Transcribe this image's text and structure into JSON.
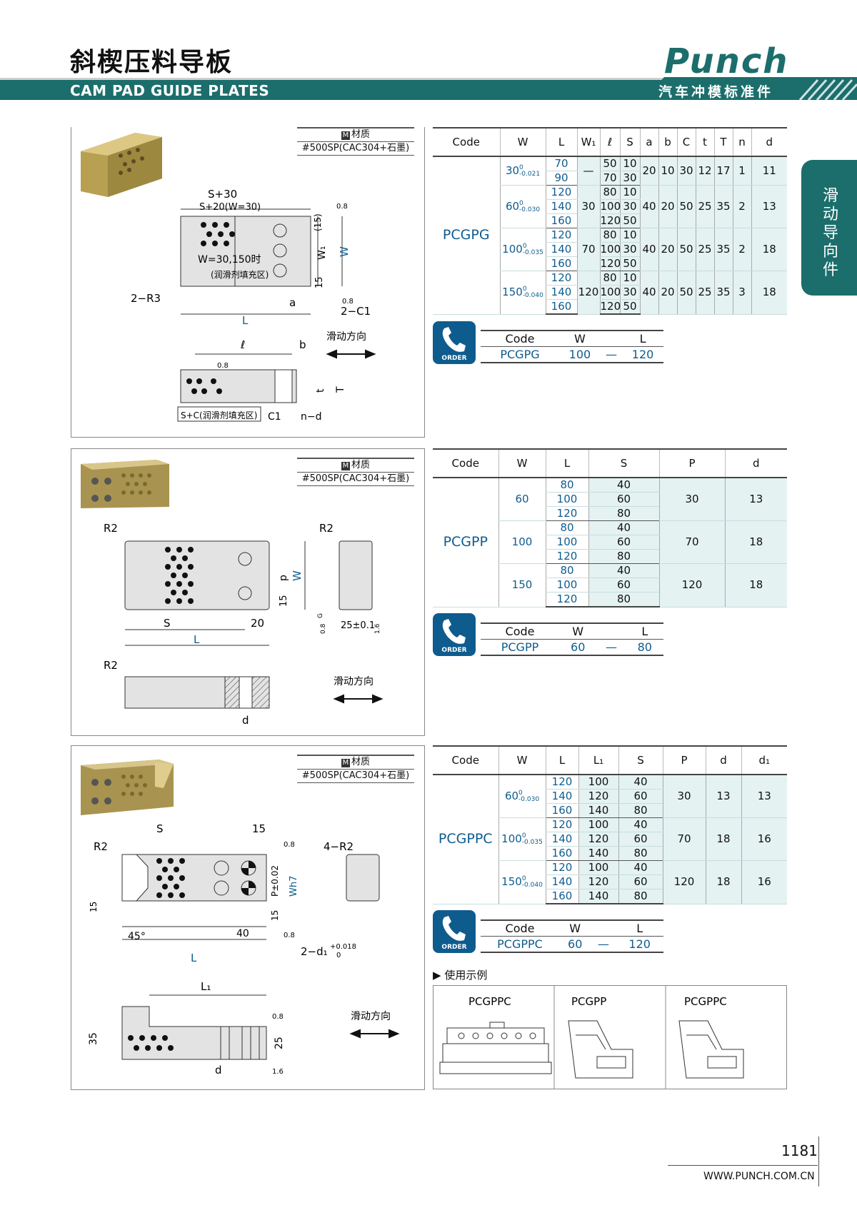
{
  "header": {
    "title": "斜楔压料导板",
    "subtitle": "CAM PAD GUIDE PLATES",
    "brand": "Punch",
    "brand_sub": "汽车冲模标准件"
  },
  "side_tab": "滑动导向件",
  "material": {
    "icon": "M",
    "label": "材质",
    "value": "#500SP(CAC304+石墨)"
  },
  "sliding_direction": "滑动方向",
  "order_label": "ORDER",
  "pcgpg": {
    "columns": [
      "Code",
      "W",
      "L",
      "W₁",
      "ℓ",
      "S",
      "a",
      "b",
      "C",
      "t",
      "T",
      "n",
      "d"
    ],
    "code": "PCGPG",
    "groups": [
      {
        "W": "30",
        "tol_up": "0",
        "tol_low": "-0.021",
        "rows": [
          [
            "70",
            "50",
            "10"
          ],
          [
            "90",
            "70",
            "30"
          ]
        ],
        "W1": "—",
        "a": "20",
        "b": "10",
        "C": "30",
        "t": "12",
        "T": "17",
        "n": "1",
        "d": "11"
      },
      {
        "W": "60",
        "tol_up": "0",
        "tol_low": "-0.030",
        "rows": [
          [
            "120",
            "80",
            "10"
          ],
          [
            "140",
            "100",
            "30"
          ],
          [
            "160",
            "120",
            "50"
          ]
        ],
        "W1": "30",
        "a": "40",
        "b": "20",
        "C": "50",
        "t": "25",
        "T": "35",
        "n": "2",
        "d": "13"
      },
      {
        "W": "100",
        "tol_up": "0",
        "tol_low": "-0.035",
        "rows": [
          [
            "120",
            "80",
            "10"
          ],
          [
            "140",
            "100",
            "30"
          ],
          [
            "160",
            "120",
            "50"
          ]
        ],
        "W1": "70",
        "a": "40",
        "b": "20",
        "C": "50",
        "t": "25",
        "T": "35",
        "n": "2",
        "d": "18"
      },
      {
        "W": "150",
        "tol_up": "0",
        "tol_low": "-0.040",
        "rows": [
          [
            "120",
            "80",
            "10"
          ],
          [
            "140",
            "100",
            "30"
          ],
          [
            "160",
            "120",
            "50"
          ]
        ],
        "W1": "120",
        "a": "40",
        "b": "20",
        "C": "50",
        "t": "25",
        "T": "35",
        "n": "3",
        "d": "18"
      }
    ],
    "order": {
      "headers": [
        "Code",
        "W",
        "L"
      ],
      "code": "PCGPG",
      "W": "100",
      "dash": "—",
      "L": "120"
    },
    "drawing": {
      "s30": "S+30",
      "s20": "S+20(W=30)",
      "note1": "W=30,150时",
      "note2": "(润滑剂填充区)",
      "r3": "2−R3",
      "a": "a",
      "c1": "2−C1",
      "L": "L",
      "W": "W",
      "W1": "W₁",
      "d15a": "(15)",
      "d15b": "15",
      "rough": "0.8",
      "ell": "ℓ",
      "b": "b",
      "t": "t",
      "T": "T",
      "sc": "S+C(润滑剂填充区)",
      "cc": "C1",
      "nd": "n−d"
    }
  },
  "pcgpp": {
    "columns": [
      "Code",
      "W",
      "L",
      "S",
      "P",
      "d"
    ],
    "code": "PCGPP",
    "groups": [
      {
        "W": "60",
        "rows": [
          [
            "80",
            "40"
          ],
          [
            "100",
            "60"
          ],
          [
            "120",
            "80"
          ]
        ],
        "P": "30",
        "d": "13"
      },
      {
        "W": "100",
        "rows": [
          [
            "80",
            "40"
          ],
          [
            "100",
            "60"
          ],
          [
            "120",
            "80"
          ]
        ],
        "P": "70",
        "d": "18"
      },
      {
        "W": "150",
        "rows": [
          [
            "80",
            "40"
          ],
          [
            "100",
            "60"
          ],
          [
            "120",
            "80"
          ]
        ],
        "P": "120",
        "d": "18"
      }
    ],
    "order": {
      "headers": [
        "Code",
        "W",
        "L"
      ],
      "code": "PCGPP",
      "W": "60",
      "dash": "—",
      "L": "80"
    },
    "drawing": {
      "r2": "R2",
      "s": "S",
      "d20": "20",
      "L": "L",
      "p": "p",
      "d15": "15",
      "W": "W",
      "g": "G",
      "t25": "25±0.1",
      "d": "d",
      "rough": "0.8",
      "rough2": "1.6"
    }
  },
  "pcgppc": {
    "columns": [
      "Code",
      "W",
      "L",
      "L₁",
      "S",
      "P",
      "d",
      "d₁"
    ],
    "code": "PCGPPC",
    "groups": [
      {
        "W": "60",
        "tol_up": "0",
        "tol_low": "-0.030",
        "rows": [
          [
            "120",
            "100",
            "40"
          ],
          [
            "140",
            "120",
            "60"
          ],
          [
            "160",
            "140",
            "80"
          ]
        ],
        "P": "30",
        "d": "13",
        "d1": "13"
      },
      {
        "W": "100",
        "tol_up": "0",
        "tol_low": "-0.035",
        "rows": [
          [
            "120",
            "100",
            "40"
          ],
          [
            "140",
            "120",
            "60"
          ],
          [
            "160",
            "140",
            "80"
          ]
        ],
        "P": "70",
        "d": "18",
        "d1": "16"
      },
      {
        "W": "150",
        "tol_up": "0",
        "tol_low": "-0.040",
        "rows": [
          [
            "120",
            "100",
            "40"
          ],
          [
            "140",
            "120",
            "60"
          ],
          [
            "160",
            "140",
            "80"
          ]
        ],
        "P": "120",
        "d": "18",
        "d1": "16"
      }
    ],
    "order": {
      "headers": [
        "Code",
        "W",
        "L"
      ],
      "code": "PCGPPC",
      "W": "60",
      "dash": "—",
      "L": "120"
    },
    "drawing": {
      "r2": "R2",
      "s": "S",
      "d15": "15",
      "r42": "4−R2",
      "p": "P±0.02",
      "wh7": "Wh7",
      "a45": "45°",
      "d40": "40",
      "L": "L",
      "dd1": "2−d₁",
      "tol": "+0.018",
      "tol0": "0",
      "L1": "L₁",
      "d35": "35",
      "d25": "25",
      "d": "d",
      "rough": "0.8",
      "rough2": "1.6"
    }
  },
  "usage": {
    "title": "使用示例",
    "labels": [
      "PCGPPC",
      "PCGPP",
      "PCGPPC"
    ]
  },
  "footer": {
    "page": "1181",
    "url": "WWW.PUNCH.COM.CN"
  }
}
